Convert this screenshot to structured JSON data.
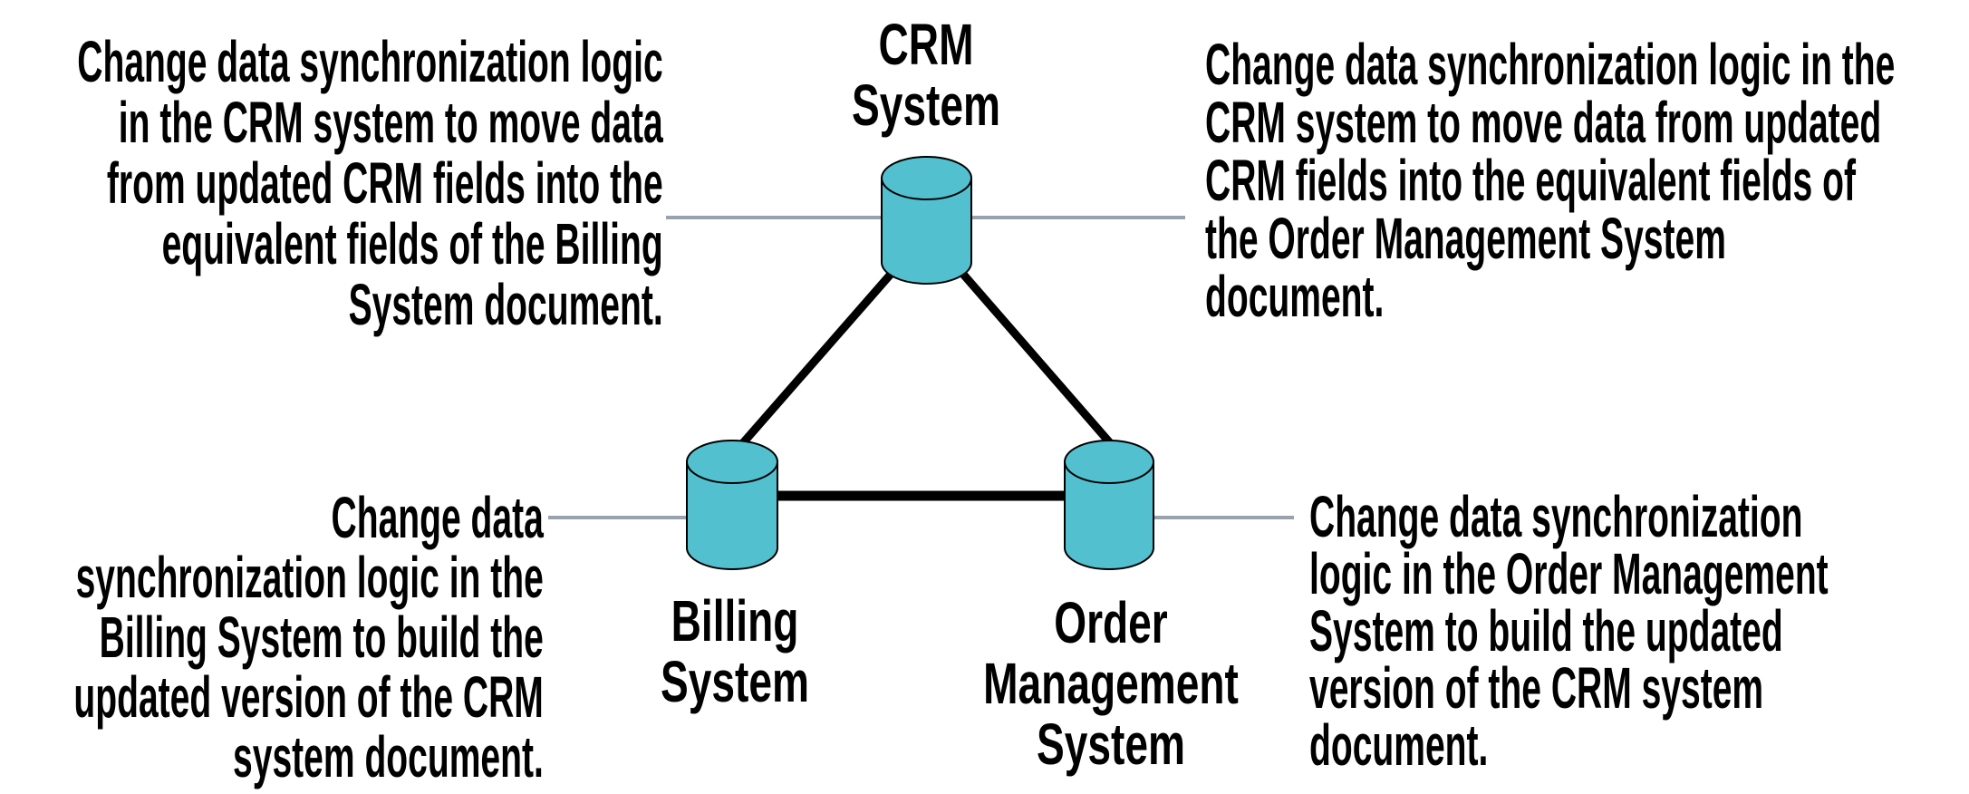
{
  "colors": {
    "background": "#FFFFFF",
    "cylinder_fill": "#53C0CF",
    "cylinder_stroke": "#000000",
    "connector_gray": "#99A0AE",
    "link_black": "#000000",
    "text": "#000000"
  },
  "nodes": {
    "crm": {
      "lines": [
        "CRM",
        "System"
      ]
    },
    "billing": {
      "lines": [
        "Billing",
        "System"
      ]
    },
    "oms": {
      "lines": [
        "Order",
        "Management",
        "System"
      ]
    }
  },
  "links": [
    [
      "crm",
      "billing"
    ],
    [
      "crm",
      "oms"
    ],
    [
      "billing",
      "oms"
    ]
  ],
  "annotations": {
    "top_left": {
      "attached_to": "crm",
      "lines": [
        "Change data synchronization logic",
        "in the CRM system to move data",
        "from updated CRM fields into the",
        "equivalent fields of the Billing",
        "System document."
      ]
    },
    "top_right": {
      "attached_to": "crm",
      "lines": [
        "Change data synchronization logic in the",
        "CRM system to move data from updated",
        "CRM fields into the equivalent fields of",
        "the Order Management System",
        "document."
      ]
    },
    "bottom_left": {
      "attached_to": "billing",
      "lines": [
        "Change data",
        "synchronization logic in the",
        "Billing System to build the",
        "updated version of the CRM",
        "system document."
      ]
    },
    "bottom_right": {
      "attached_to": "oms",
      "lines": [
        "Change data synchronization",
        "logic in the Order Management",
        "System to build the updated",
        "version of the CRM system",
        "document."
      ]
    }
  }
}
